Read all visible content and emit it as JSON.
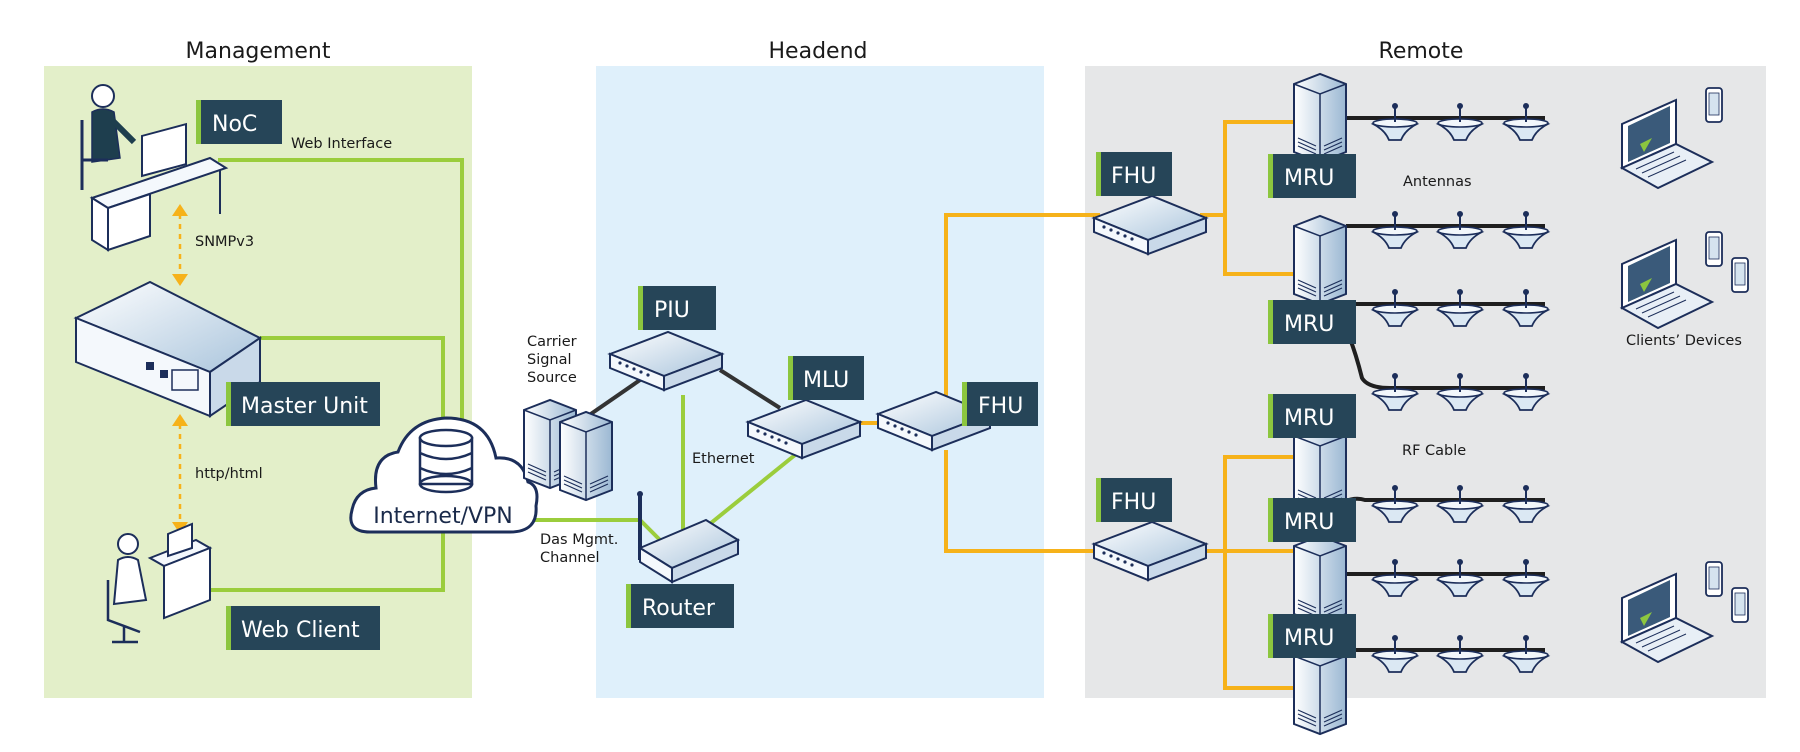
{
  "sections": {
    "management": "Management",
    "headend": "Headend",
    "remote": "Remote"
  },
  "labels": {
    "noc": "NoC",
    "master_unit": "Master Unit",
    "web_client": "Web Client",
    "piu": "PIU",
    "mlu": "MLU",
    "router": "Router",
    "fhu_center": "FHU",
    "fhu_top": "FHU",
    "fhu_bottom": "FHU",
    "mru_1": "MRU",
    "mru_2": "MRU",
    "mru_3": "MRU",
    "mru_4": "MRU",
    "mru_5": "MRU"
  },
  "annotations": {
    "web_interface": "Web Interface",
    "snmp": "SNMPv3",
    "http": "http/html",
    "carrier_1": "Carrier",
    "carrier_2": "Signal",
    "carrier_3": "Source",
    "ethernet": "Ethernet",
    "das_1": "Das Mgmt.",
    "das_2": "Channel",
    "antennas": "Antennas",
    "rf_cable": "RF Cable",
    "clients_devices": "Clients’ Devices"
  },
  "cloud": {
    "label": "Internet/VPN"
  },
  "colors": {
    "management_bg": "#e3efc9",
    "headend_bg": "#dff0fb",
    "remote_bg": "#e6e7e8",
    "label_bg": "#264558",
    "label_accent": "#8cc63f",
    "mgmt_line": "#9bcd3c",
    "fiber_line": "#f6b21a",
    "rf_line": "#1f1f1f",
    "device_outline": "#1c2e5a"
  }
}
